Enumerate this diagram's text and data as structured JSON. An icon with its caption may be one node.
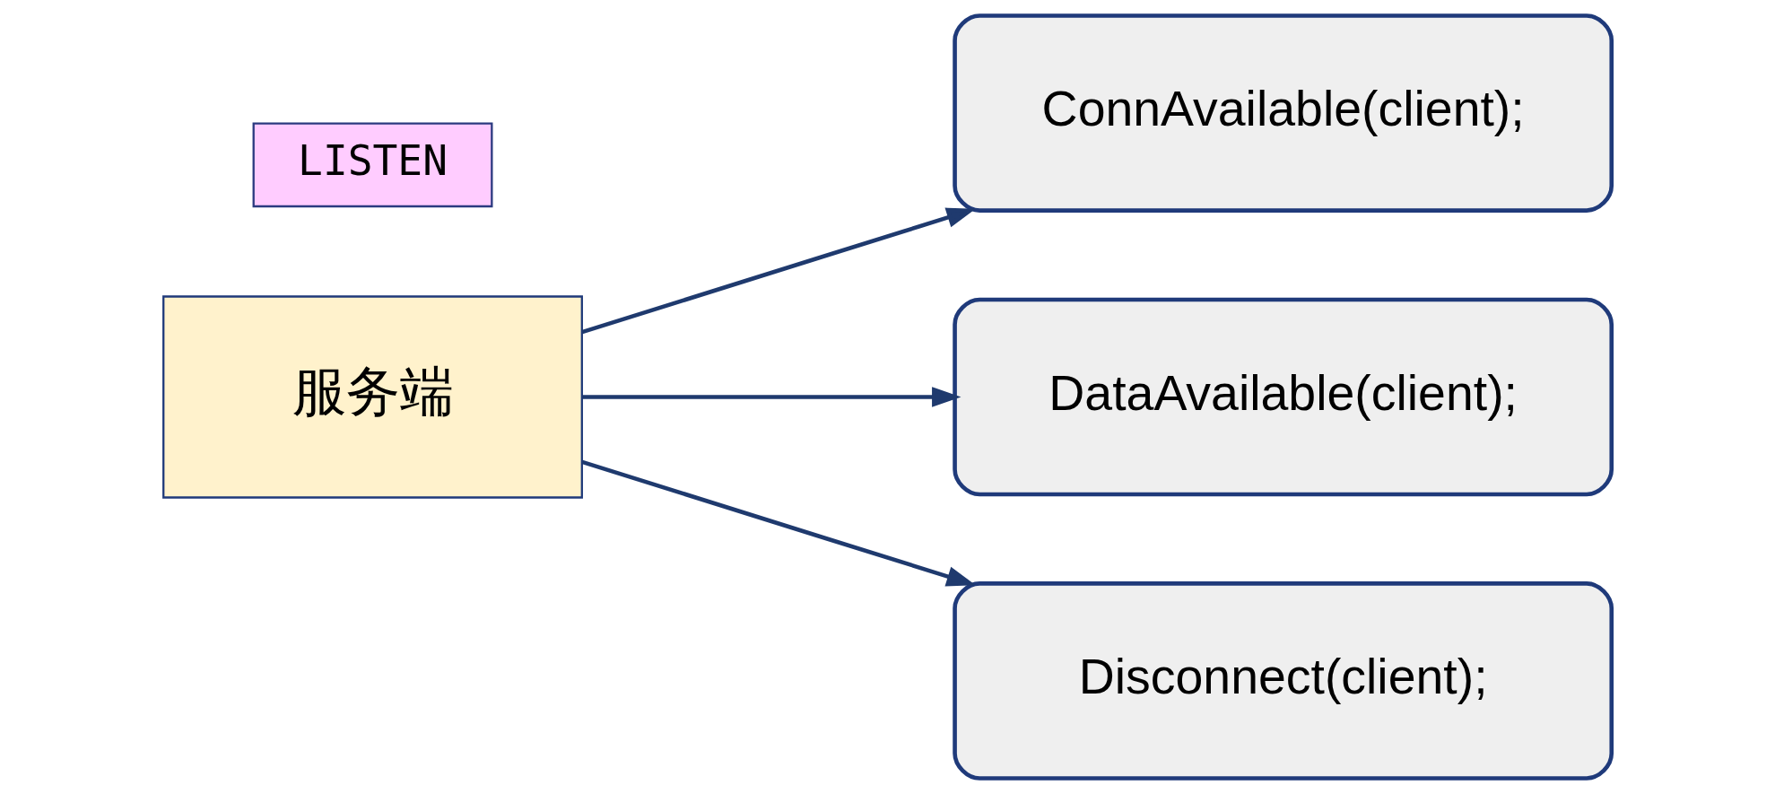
{
  "diagram": {
    "nodes": [
      {
        "text": [
          "LISTEN"
        ]
      },
      {
        "text": [
          "服务端"
        ]
      },
      {
        "text": [
          "ConnAvailable(client);"
        ]
      },
      {
        "text": [
          "DataAvailable(client);"
        ]
      },
      {
        "text": [
          "Disconnect(client);"
        ]
      }
    ],
    "edges": [
      {
        "from": 1,
        "to": 2,
        "arrow": "to"
      },
      {
        "from": 1,
        "to": 3,
        "arrow": "to"
      },
      {
        "from": 1,
        "to": 4,
        "arrow": "to"
      }
    ]
  }
}
